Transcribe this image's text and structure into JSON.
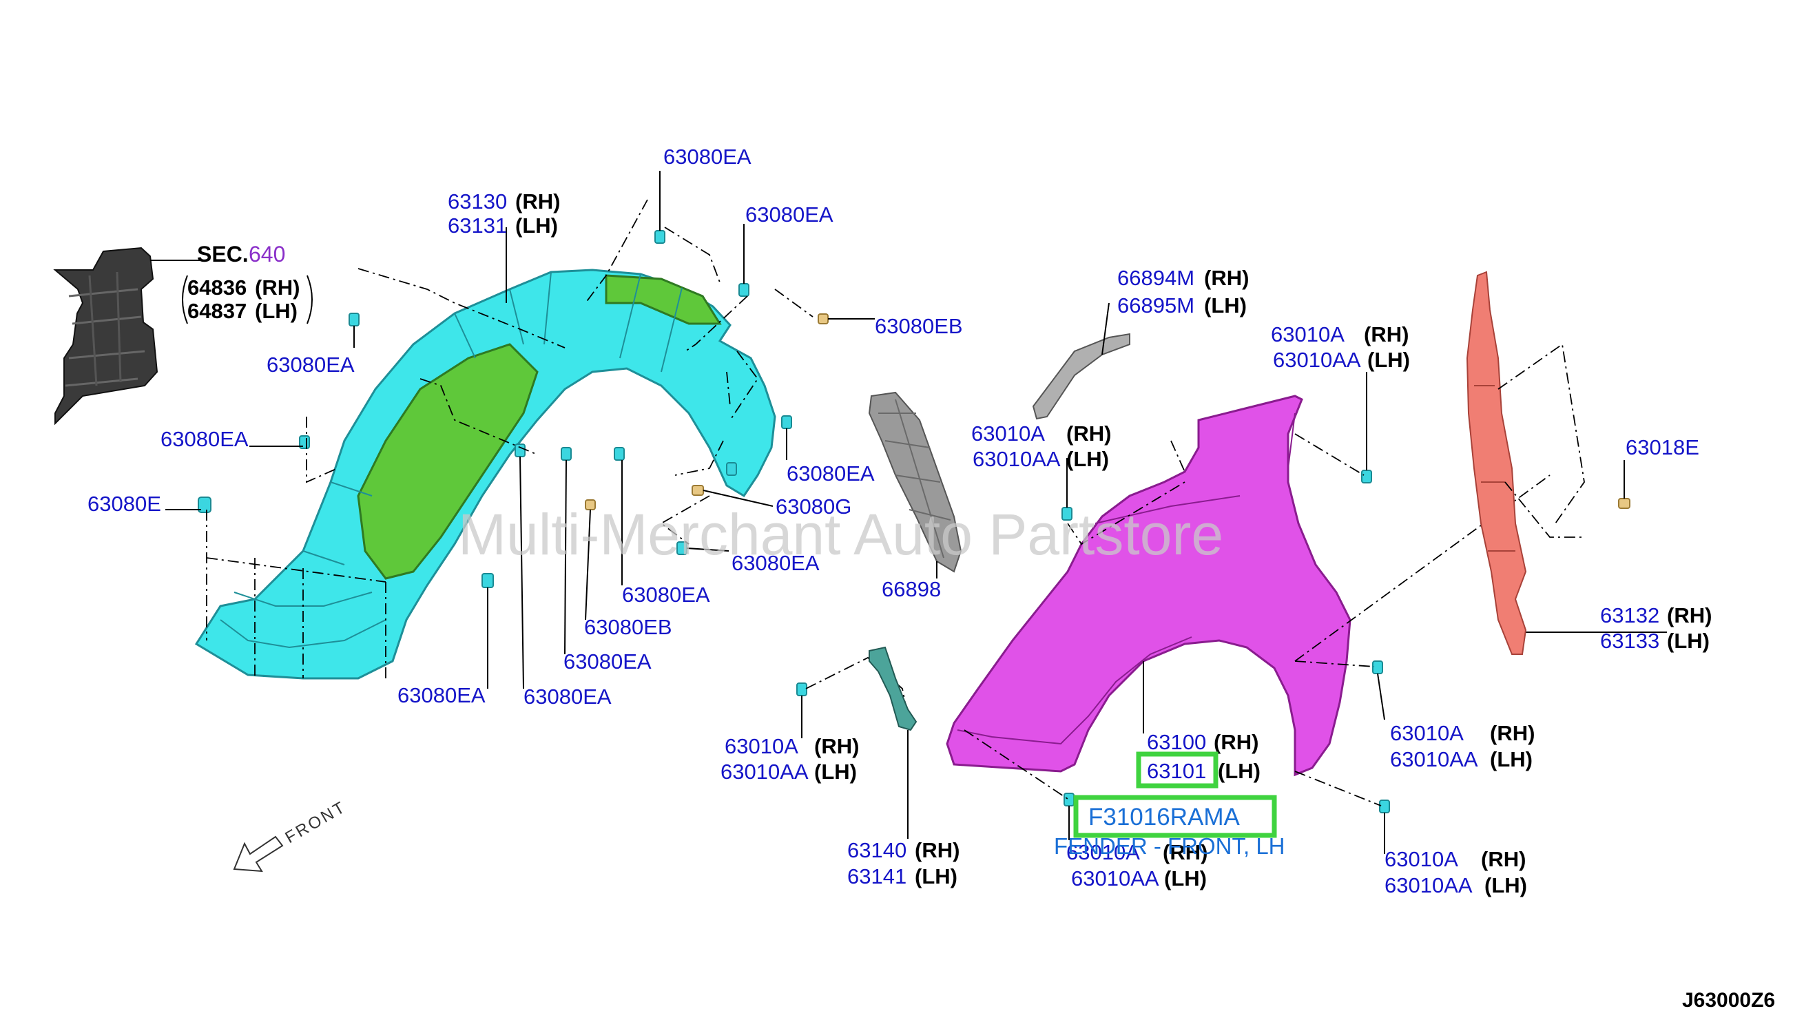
{
  "diagram_code": "J63000Z6",
  "watermark": "Multi-Merchant Auto Partstore",
  "front_label": "FRONT",
  "section_ref": {
    "prefix": "SEC.",
    "number": "640"
  },
  "highlight": {
    "part_number": "F31016RAMA",
    "description": "FENDER - FRONT, LH"
  },
  "colors": {
    "part_number": "#1515c8",
    "highlight_box": "#3fd33f",
    "fender": "#e052e8",
    "liner": "#3ee6ea",
    "liner_inner": "#5fc83a",
    "stay": "#f07e73",
    "shield": "#8e8e8e"
  },
  "labels": {
    "sec_rh": "64836",
    "sec_lh": "64837",
    "l63130": "63130",
    "l63131": "63131",
    "l63080ea_top1": "63080EA",
    "l63080ea_top2": "63080EA",
    "l63080eb_top": "63080EB",
    "l63080ea_left1": "63080EA",
    "l63080ea_left2": "63080EA",
    "l63080e": "63080E",
    "l63080ea_r1": "63080EA",
    "l63080g": "63080G",
    "l63080ea_r2": "63080EA",
    "l63080ea_c1": "63080EA",
    "l63080eb_c": "63080EB",
    "l63080ea_c2": "63080EA",
    "l63080ea_b1": "63080EA",
    "l63080ea_b2": "63080EA",
    "l66898": "66898",
    "l66894m": "66894M",
    "l66895m": "66895M",
    "l63010a_1": "63010A",
    "l63010aa_1": "63010AA",
    "l63010a_2": "63010A",
    "l63010aa_2": "63010AA",
    "l63010a_3": "63010A",
    "l63010aa_3": "63010AA",
    "l63010a_4": "63010A",
    "l63010aa_4": "63010AA",
    "l63010a_5": "63010A",
    "l63010aa_5": "63010AA",
    "l63010a_6": "63010A",
    "l63010aa_6": "63010AA",
    "l63100": "63100",
    "l63101": "63101",
    "l63140": "63140",
    "l63141": "63141",
    "l63018e": "63018E",
    "l63132": "63132",
    "l63133": "63133",
    "rh": "(RH)",
    "lh": "(LH)"
  }
}
